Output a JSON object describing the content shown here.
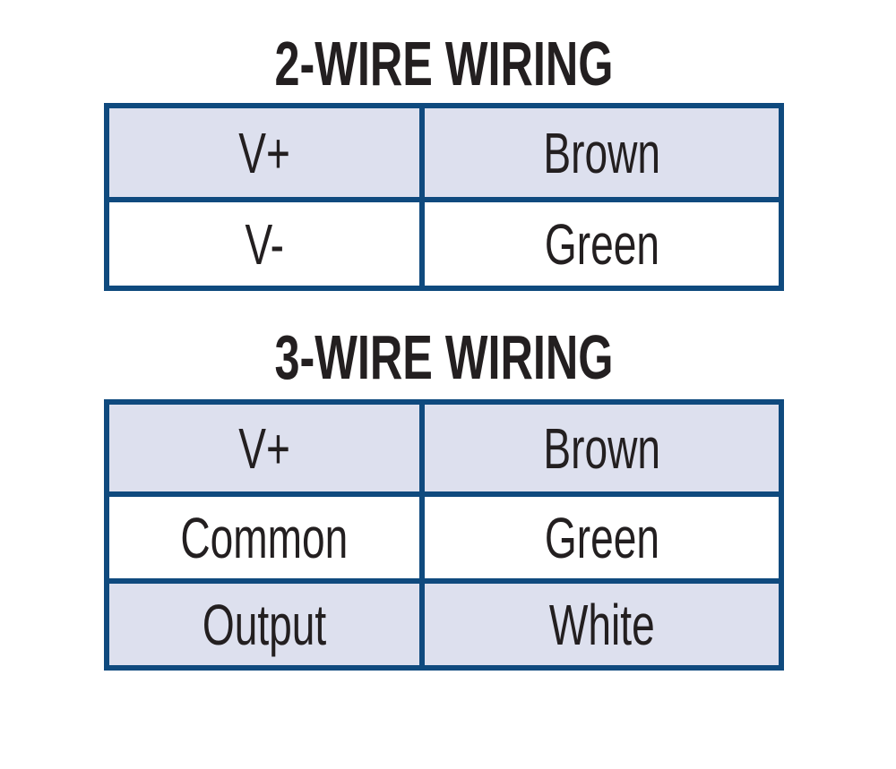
{
  "colors": {
    "border": "#0f4a7e",
    "row_shaded": "#dde0ee",
    "row_plain": "#ffffff",
    "text": "#231f20",
    "page_background": "#ffffff"
  },
  "tables": [
    {
      "title": "2-WIRE WIRING",
      "columns": [
        "terminal",
        "wire_color"
      ],
      "rows": [
        {
          "terminal": "V+",
          "wire": "Brown",
          "shaded": true
        },
        {
          "terminal": "V-",
          "wire": "Green",
          "shaded": false
        }
      ]
    },
    {
      "title": "3-WIRE WIRING",
      "columns": [
        "terminal",
        "wire_color"
      ],
      "rows": [
        {
          "terminal": "V+",
          "wire": "Brown",
          "shaded": true
        },
        {
          "terminal": "Common",
          "wire": "Green",
          "shaded": false
        },
        {
          "terminal": "Output",
          "wire": "White",
          "shaded": true
        }
      ]
    }
  ]
}
